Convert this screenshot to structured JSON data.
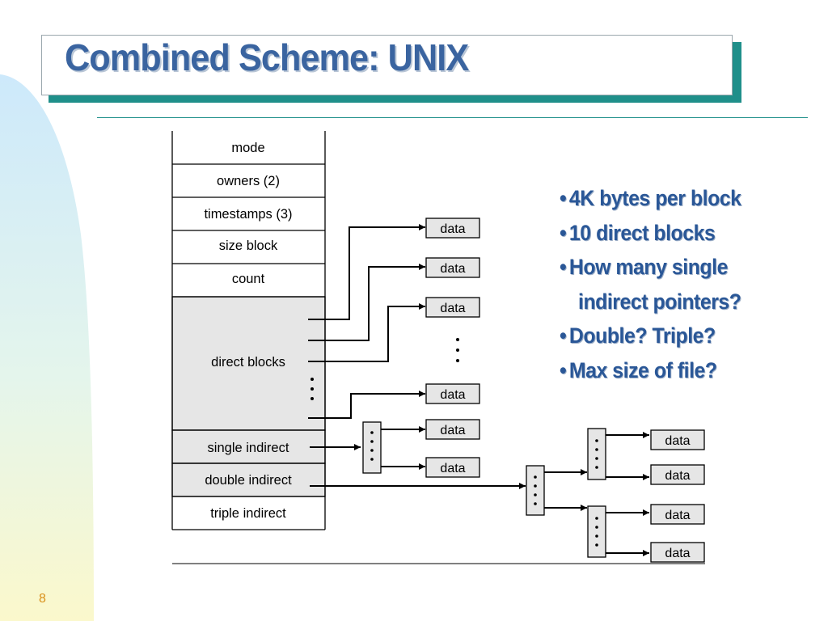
{
  "slide": {
    "title": "Combined Scheme:  UNIX",
    "page_number": "8"
  },
  "diagram": {
    "inode_fields": [
      "mode",
      "owners (2)",
      "timestamps (3)",
      "size block",
      "count",
      "direct blocks",
      "single indirect",
      "double indirect",
      "triple indirect"
    ],
    "block_label": "data"
  },
  "bullets": [
    {
      "marker": "•",
      "text": "4K bytes per block"
    },
    {
      "marker": "•",
      "text": "10 direct blocks"
    },
    {
      "marker": "•",
      "text": "How many single"
    },
    {
      "marker": "",
      "text": "indirect pointers?"
    },
    {
      "marker": "•",
      "text": "Double? Triple?"
    },
    {
      "marker": "•",
      "text": "Max size of file?"
    }
  ],
  "colors": {
    "title_text": "#3a64a0",
    "title_shadow_bar": "#1f8f8a",
    "bullet_text": "#2a5797",
    "page_number": "#d9901a",
    "gray_fill": "#e6e6e6"
  }
}
